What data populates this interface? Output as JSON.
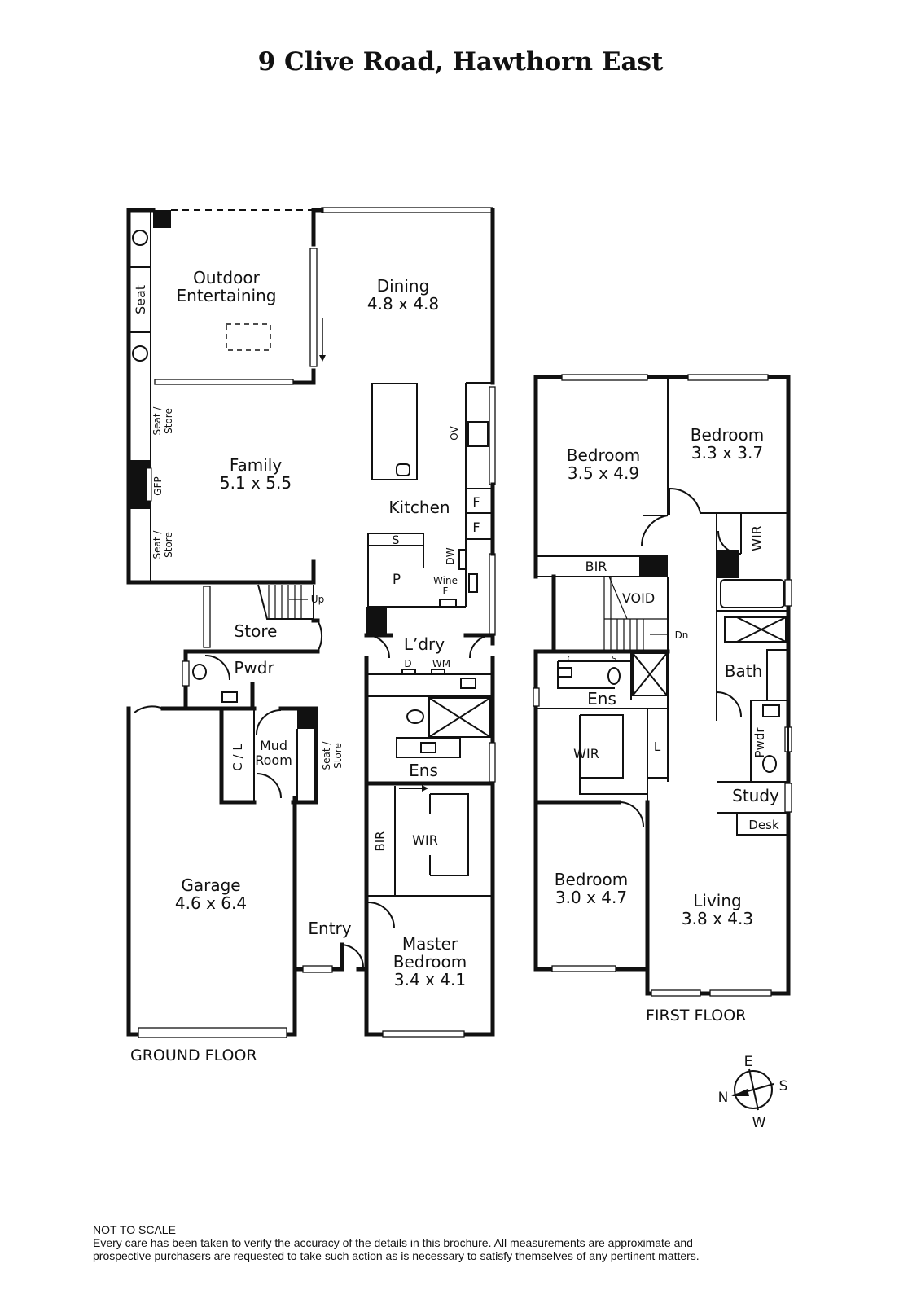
{
  "title": "9 Clive Road, Hawthorn East",
  "ground_floor": {
    "label": "GROUND FLOOR",
    "rooms": {
      "outdoor": "Outdoor",
      "outdoor2": "Entertaining",
      "dining": "Dining",
      "dining_dim": "4.8 x 4.8",
      "family": "Family",
      "family_dim": "5.1 x 5.5",
      "kitchen": "Kitchen",
      "store": "Store",
      "pwdr": "Pwdr",
      "laundry": "L’dry",
      "mud": "Mud",
      "mud2": "Room",
      "garage": "Garage",
      "garage_dim": "4.6 x 6.4",
      "entry": "Entry",
      "ens": "Ens",
      "wir": "WIR",
      "bir": "BIR",
      "master": "Master",
      "master2": "Bedroom",
      "master_dim": "3.4 x 4.1"
    },
    "fixtures": {
      "seat": "Seat",
      "seat_store": "Seat /",
      "store": "Store",
      "gfp": "GFP",
      "ov": "OV",
      "f": "F",
      "dw": "DW",
      "s": "S",
      "p": "P",
      "wine": "Wine",
      "up": "Up",
      "d": "D",
      "wm": "WM",
      "cl": "C / L"
    }
  },
  "first_floor": {
    "label": "FIRST FLOOR",
    "rooms": {
      "bed1": "Bedroom",
      "bed1_dim": "3.5 x 4.9",
      "bed2": "Bedroom",
      "bed2_dim": "3.3 x 3.7",
      "bed3": "Bedroom",
      "bed3_dim": "3.0 x 4.7",
      "living": "Living",
      "living_dim": "3.8 x 4.3",
      "bath": "Bath",
      "ens": "Ens",
      "wir": "WIR",
      "wir2": "WIR",
      "bir": "BIR",
      "void": "VOID",
      "study": "Study",
      "desk": "Desk",
      "pwdr": "Pwdr"
    },
    "fixtures": {
      "dn": "Dn",
      "c": "C",
      "s": "S",
      "l": "L"
    }
  },
  "compass": {
    "n": "N",
    "e": "E",
    "s": "S",
    "w": "W"
  },
  "disclaimer": {
    "line1": "NOT TO SCALE",
    "line2": "Every care has been taken to verify the accuracy of the details in this brochure. All measurements are approximate and",
    "line3": "prospective purchasers are requested to take such action as is necessary to satisfy themselves of any pertinent matters."
  }
}
